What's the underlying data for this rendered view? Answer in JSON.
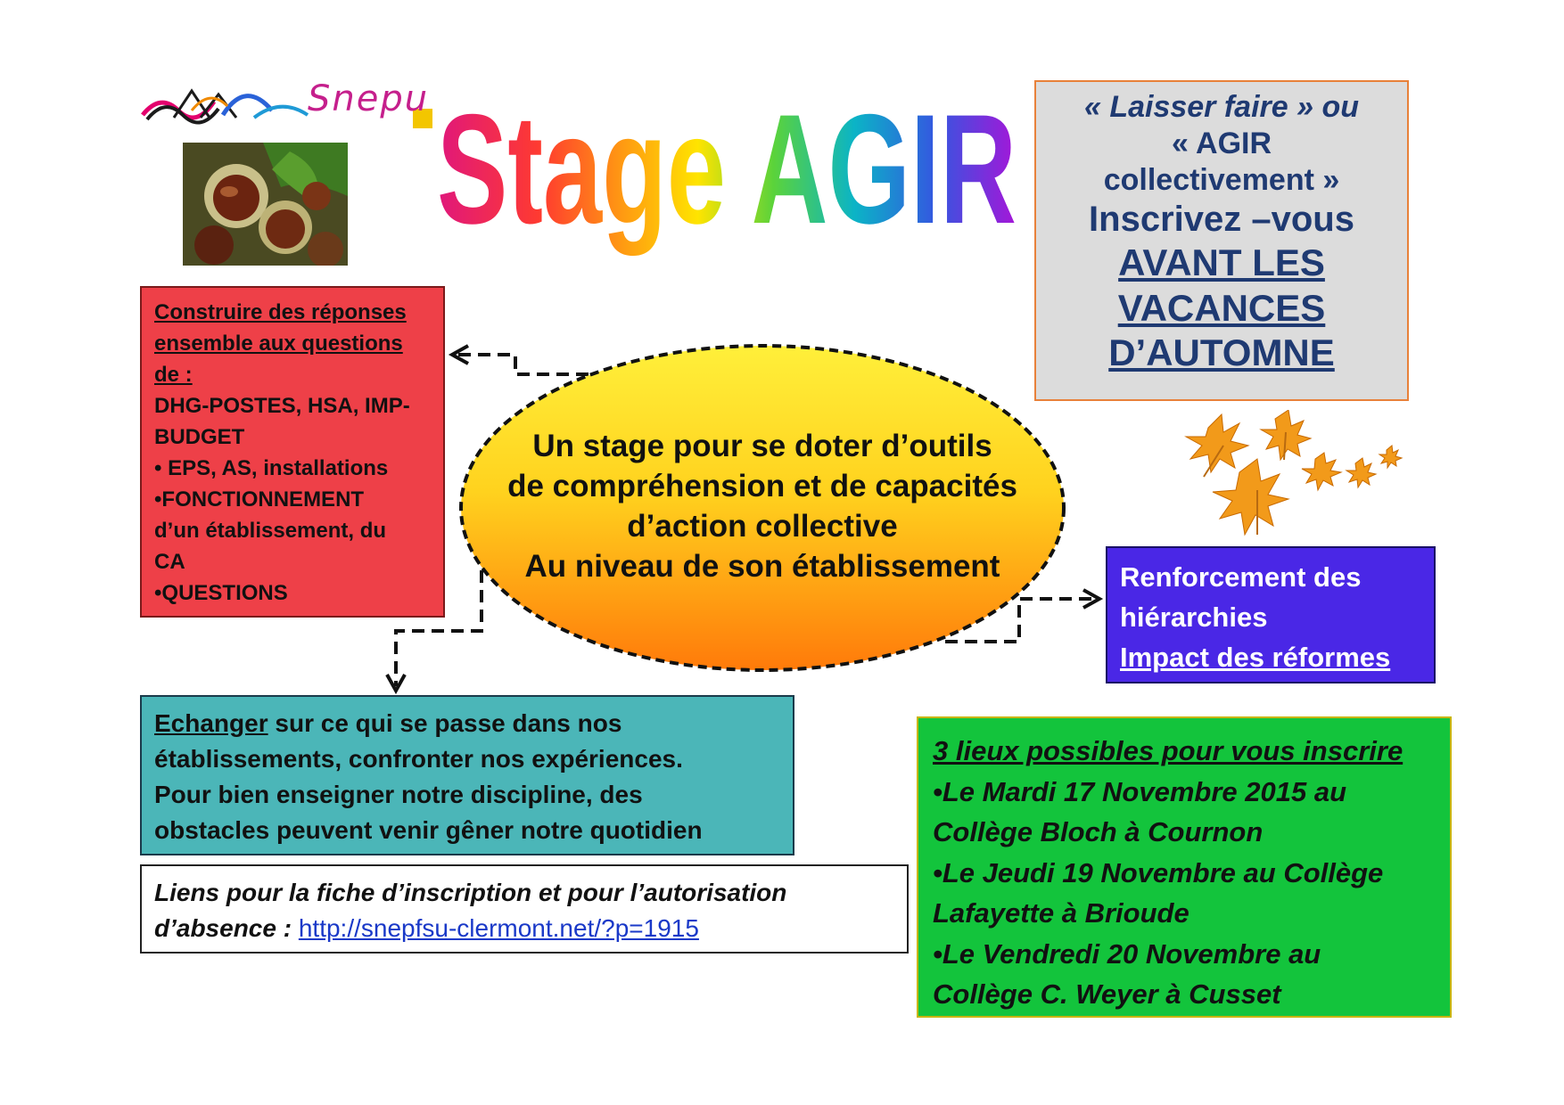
{
  "logo": {
    "text": "Snepu"
  },
  "title": {
    "text": "Stage AGIR"
  },
  "grey_box": {
    "line1": "« Laisser faire » ou",
    "line2": "« AGIR",
    "line3": "collectivement »",
    "line4": "Inscrivez –vous",
    "underlined": [
      "AVANT LES",
      "VACANCES",
      "D’AUTOMNE"
    ]
  },
  "red_box": {
    "heading": [
      "Construire des réponses",
      "ensemble aux questions",
      "de :"
    ],
    "lines": [
      "DHG-POSTES, HSA, IMP-",
      "BUDGET",
      "• EPS, AS, installations",
      "•FONCTIONNEMENT",
      "d’un établissement, du",
      "CA",
      "•QUESTIONS"
    ]
  },
  "ellipse": {
    "lines": [
      "Un stage pour se doter d’outils",
      "de compréhension et de capacités",
      "d’action collective",
      "Au niveau de son établissement"
    ]
  },
  "purple_box": {
    "lines": [
      "Renforcement des",
      "hiérarchies"
    ],
    "underlined": "Impact des réformes"
  },
  "teal_box": {
    "first_word": "Echanger",
    "first_rest": " sur ce qui se passe dans nos",
    "lines": [
      "établissements, confronter nos expériences.",
      "Pour bien enseigner notre discipline, des",
      "obstacles peuvent venir gêner notre quotidien"
    ]
  },
  "link_box": {
    "line1": "Liens pour la fiche d’inscription  et pour l’autorisation",
    "line2": "d’absence :  ",
    "url": "http://snepfsu-clermont.net/?p=1915"
  },
  "green_box": {
    "heading": "3 lieux possibles pour vous inscrire",
    "lines": [
      "•Le Mardi 17 Novembre 2015 au",
      "Collège Bloch à Cournon",
      "•Le Jeudi 19 Novembre au Collège",
      "Lafayette à Brioude",
      "•Le Vendredi 20 Novembre au",
      "Collège C. Weyer à Cusset"
    ]
  },
  "colors": {
    "red_box": "#ee4048",
    "purple_box": "#4a27e6",
    "teal_box": "#4bb6b8",
    "green_box": "#13c43c",
    "grey_box": "#dcdcdc"
  }
}
